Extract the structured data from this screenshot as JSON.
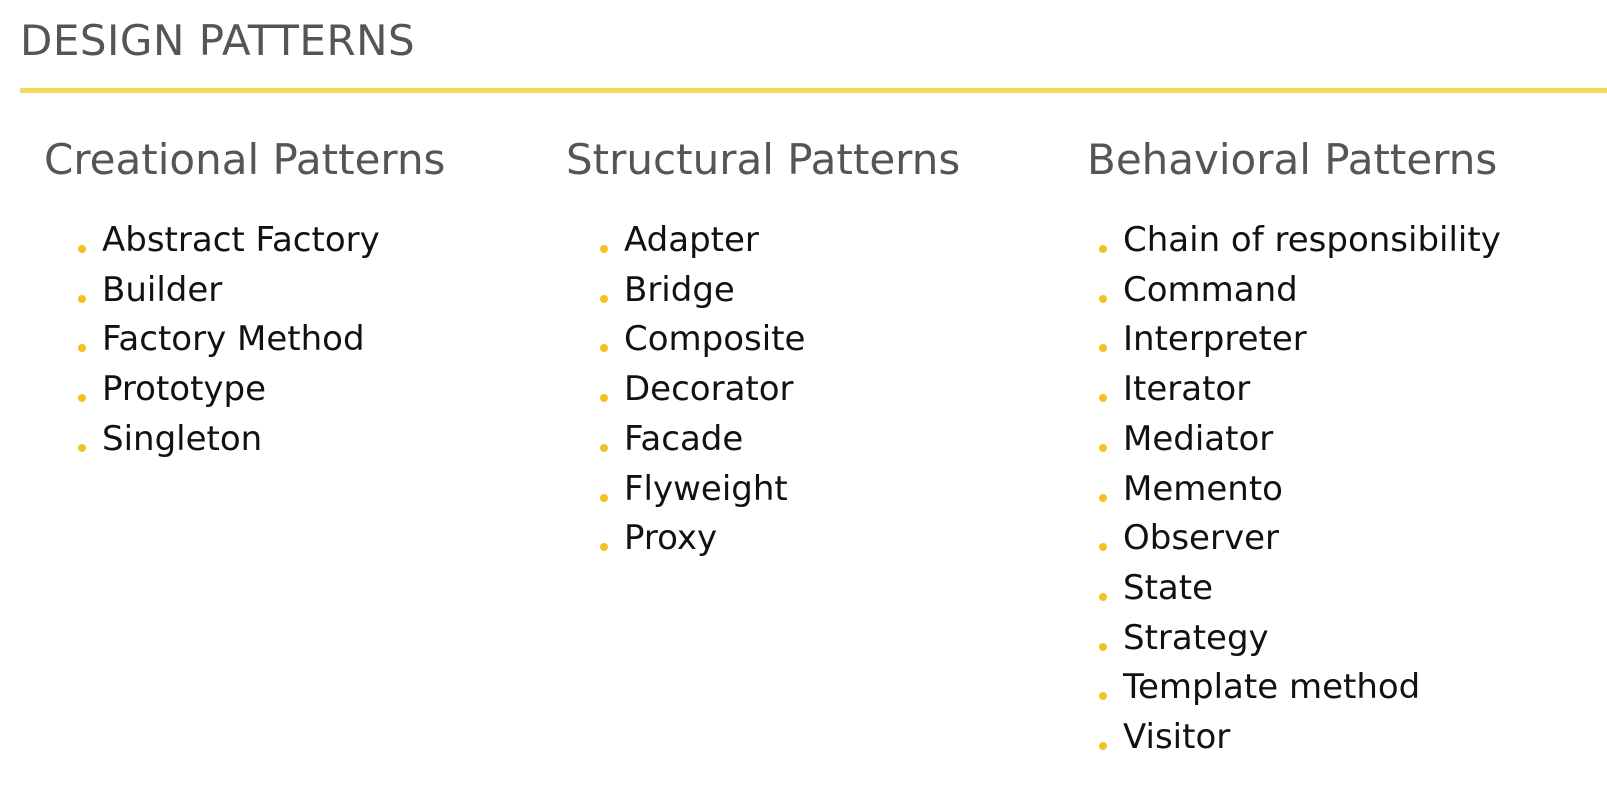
{
  "title": "DESIGN PATTERNS",
  "colors": {
    "accent_rule": "#f4d85a",
    "bullet": "#f2c320",
    "heading": "#555555",
    "text": "#111111"
  },
  "columns": [
    {
      "heading": "Creational Patterns",
      "items": [
        "Abstract Factory",
        "Builder",
        "Factory Method",
        "Prototype",
        "Singleton"
      ]
    },
    {
      "heading": "Structural Patterns",
      "items": [
        "Adapter",
        "Bridge",
        "Composite",
        "Decorator",
        "Facade",
        "Flyweight",
        "Proxy"
      ]
    },
    {
      "heading": "Behavioral Patterns",
      "items": [
        "Chain of responsibility",
        "Command",
        "Interpreter",
        "Iterator",
        "Mediator",
        "Memento",
        "Observer",
        "State",
        "Strategy",
        "Template method",
        "Visitor"
      ]
    }
  ]
}
